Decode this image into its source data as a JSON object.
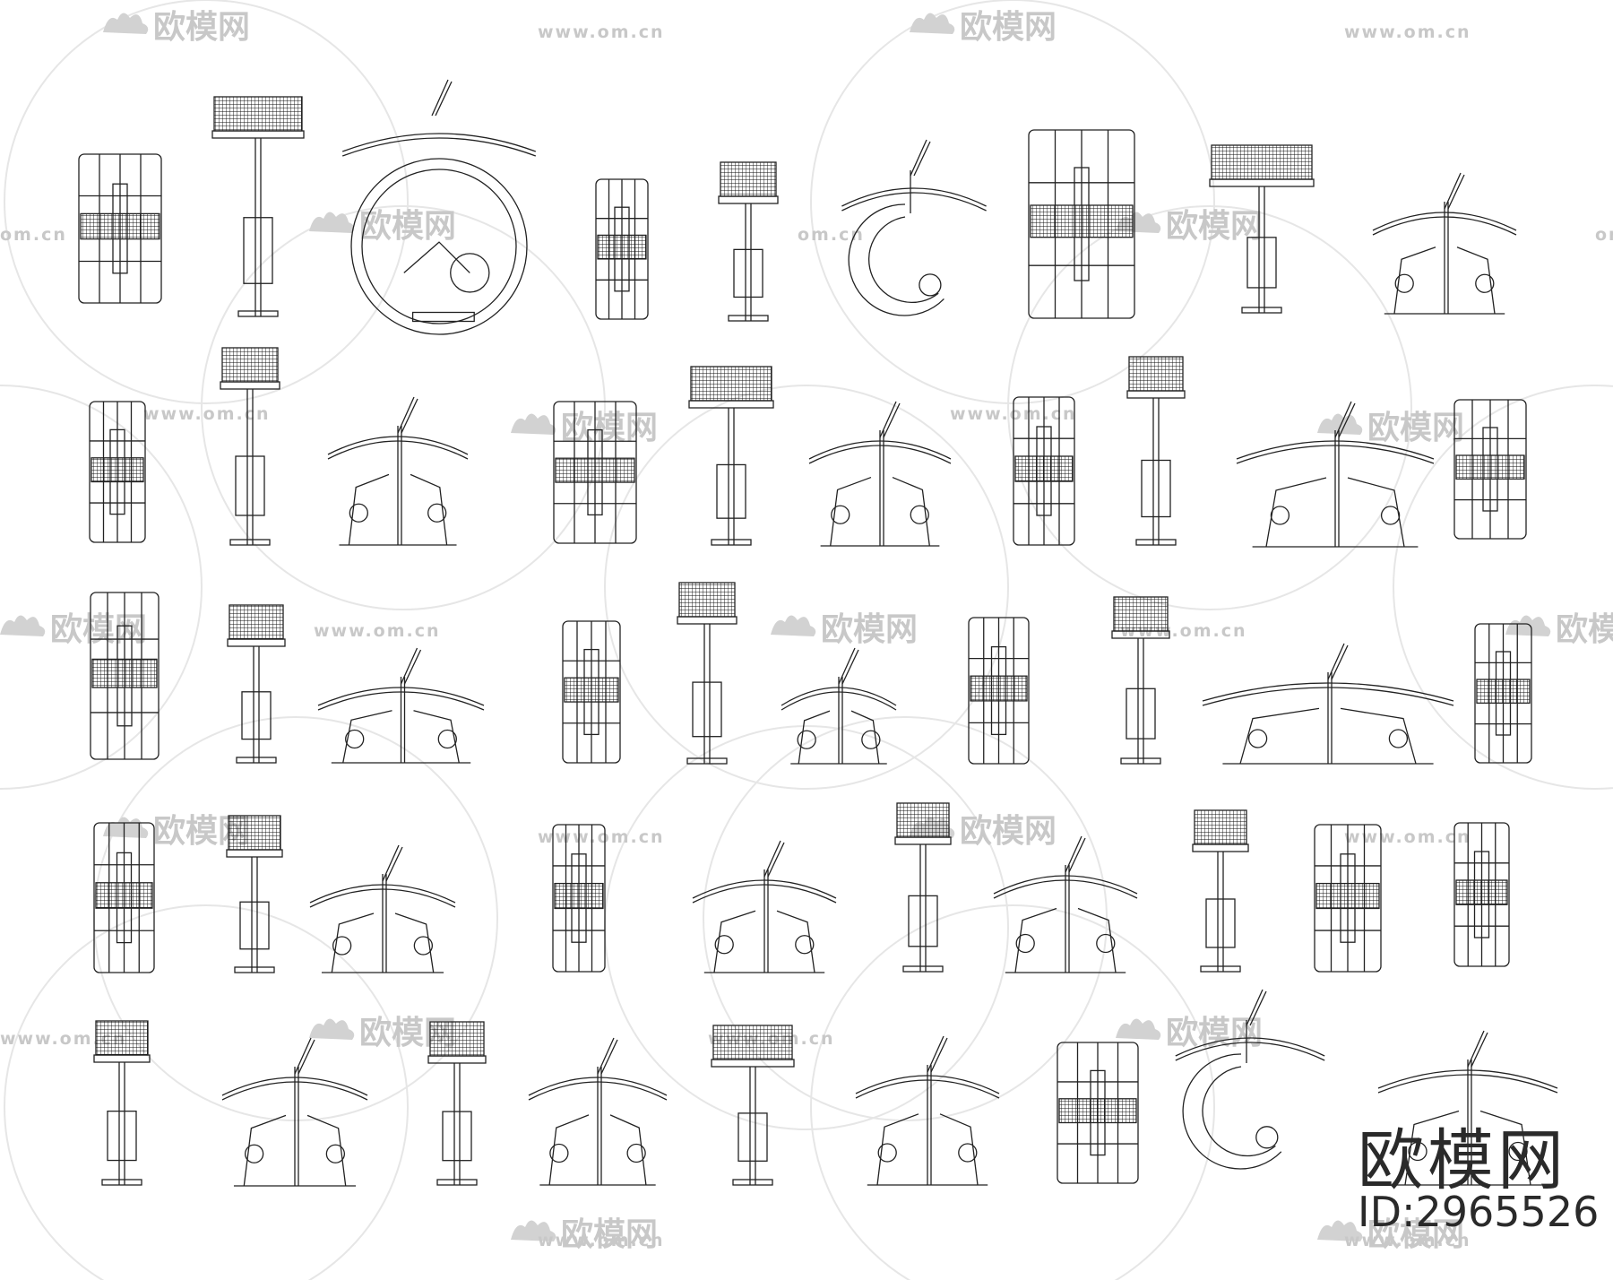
{
  "watermark": {
    "brand": "欧模网",
    "site": "www.om.cn",
    "site_short": "om.cn"
  },
  "footer": {
    "brand": "欧模网",
    "asset_id": "ID:2965526"
  }
}
